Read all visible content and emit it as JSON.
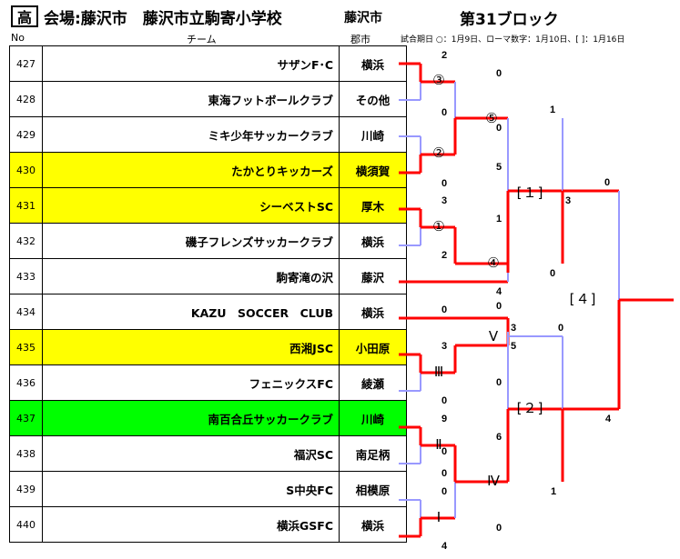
{
  "header": {
    "grade": "高",
    "venue": "会場:藤沢市　藤沢市立駒寄小学校",
    "city": "藤沢市",
    "block": "第31ブロック"
  },
  "columns": {
    "no": "No",
    "team": "チーム",
    "city": "郡市"
  },
  "legend": "試合期日 ○：1月9日、ローマ数字：1月10日、[ ]：1月16日",
  "highlight_colors": {
    "yellow": "#ffff00",
    "green": "#00ff00"
  },
  "teams": [
    {
      "no": "427",
      "name": "サザンF･C",
      "city": "横浜",
      "highlight": ""
    },
    {
      "no": "428",
      "name": "東海フットボールクラブ",
      "city": "その他",
      "highlight": ""
    },
    {
      "no": "429",
      "name": "ミキ少年サッカークラブ",
      "city": "川崎",
      "highlight": ""
    },
    {
      "no": "430",
      "name": "たかとりキッカーズ",
      "city": "横須賀",
      "highlight": "yellow"
    },
    {
      "no": "431",
      "name": "シーベストSC",
      "city": "厚木",
      "highlight": "yellow"
    },
    {
      "no": "432",
      "name": "磯子フレンズサッカークラブ",
      "city": "横浜",
      "highlight": ""
    },
    {
      "no": "433",
      "name": "駒寄滝の沢",
      "city": "藤沢",
      "highlight": ""
    },
    {
      "no": "434",
      "name": "KAZU　SOCCER　CLUB",
      "city": "横浜",
      "highlight": ""
    },
    {
      "no": "435",
      "name": "西湘JSC",
      "city": "小田原",
      "highlight": "yellow"
    },
    {
      "no": "436",
      "name": "フェニックスFC",
      "city": "綾瀬",
      "highlight": ""
    },
    {
      "no": "437",
      "name": "南百合丘サッカークラブ",
      "city": "川崎",
      "highlight": "green"
    },
    {
      "no": "438",
      "name": "福沢SC",
      "city": "南足柄",
      "highlight": ""
    },
    {
      "no": "439",
      "name": "S中央FC",
      "city": "相模原",
      "highlight": ""
    },
    {
      "no": "440",
      "name": "横浜GSFC",
      "city": "横浜",
      "highlight": ""
    }
  ],
  "bracket": {
    "winner_color": "#ff0000",
    "loser_color": "#9999ff",
    "match_labels": [
      "③",
      "⑤",
      "②",
      "①",
      "④",
      "[１]",
      "[４]",
      "Ⅴ",
      "Ⅲ",
      "[２]",
      "Ⅱ",
      "Ⅳ",
      "Ⅰ"
    ],
    "scores": [
      "2",
      "0",
      "0",
      "0",
      "1",
      "5",
      "0",
      "3",
      "1",
      "3",
      "2",
      "0",
      "4",
      "0",
      "0",
      "0",
      "3",
      "5",
      "0",
      "3",
      "0",
      "0",
      "0",
      "9",
      "6",
      "4",
      "0",
      "1",
      "0",
      "0",
      "4"
    ]
  }
}
